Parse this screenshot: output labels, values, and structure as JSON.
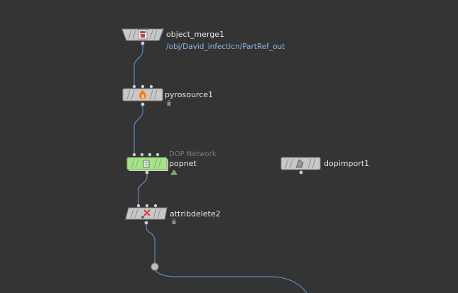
{
  "nodes": {
    "object_merge": {
      "name": "object_merge1",
      "path": "/obj/David_infecticn/PartRef_out",
      "icon": "object-merge-icon"
    },
    "pyrosource": {
      "name": "pyrosource1",
      "icon": "fire-icon",
      "flag_icon": "lock-icon"
    },
    "popnet": {
      "type_label": "DOP Network",
      "name": "popnet",
      "icon": "dop-network-icon",
      "flag_icon": "sim-icon"
    },
    "dopimport": {
      "name": "dopimport1",
      "icon": "dop-import-icon"
    },
    "attribdelete": {
      "name": "attribdelete2",
      "icon": "attrib-delete-icon",
      "flag_icon": "lock-icon"
    }
  },
  "colors": {
    "background": "#343434",
    "node_body": "#c8c8c8",
    "node_selected": "#a6e38a",
    "wire": "#5b85b6",
    "label": "#e6e6e6",
    "path_label": "#8cb4e6"
  }
}
